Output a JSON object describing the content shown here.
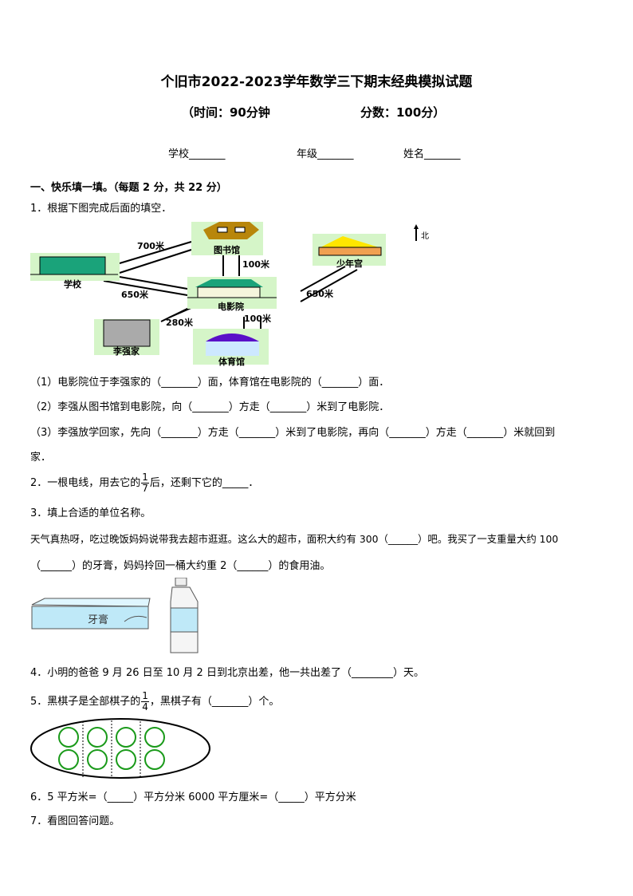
{
  "title": "个旧市2022-2023学年数学三下期末经典模拟试题",
  "subtitle": {
    "time": "（时间：90分钟",
    "score": "分数：100分）"
  },
  "info": {
    "school": "学校_______",
    "grade": "年级_______",
    "name": "姓名_______"
  },
  "section1": "一、快乐填一填。（每题 2 分，共 22 分）",
  "q1": {
    "stem": "1．根据下图完成后面的填空．",
    "map": {
      "library": "图书馆",
      "school": "学校",
      "cinema": "电影院",
      "youth_palace": "少年宫",
      "home": "李强家",
      "gym": "体育馆",
      "d_school_library": "700米",
      "d_library_cinema": "100米",
      "d_school_cinema": "650米",
      "d_cinema_palace": "650米",
      "d_home_cinema": "280米",
      "d_cinema_gym": "100米",
      "north": "北"
    },
    "sub1": "（1）电影院位于李强家的（_______）面，体育馆在电影院的（_______）面．",
    "sub2": "（2）李强从图书馆到电影院，向（_______）方走（_______）米到了电影院．",
    "sub3a": "（3）李强放学回家，先向（_______）方走（_______）米到了电影院，再向（_______）方走（_______）米就回到",
    "sub3b": "家．"
  },
  "q2": {
    "pre": "2．一根电线，用去它的",
    "num": "1",
    "den": "7",
    "post": "后，还剩下它的_____．"
  },
  "q3": {
    "stem": "3．填上合适的单位名称。",
    "line1": "天气真热呀，吃过晚饭妈妈说带我去超市逛逛。这么大的超市，面积大约有 300（______）吧。我买了一支重量大约 100",
    "line2": "（______）的牙膏，妈妈拎回一桶大约重 2（______）的食用油。",
    "toothpaste": "牙膏"
  },
  "q4": "4．小明的爸爸 9 月 26 日至 10 月 2 日到北京出差，他一共出差了（________）天。",
  "q5": {
    "pre": "5．黑棋子是全部棋子的",
    "num": "1",
    "den": "4",
    "post": "，黑棋子有（_______）个。"
  },
  "q6": "6．5 平方米=（_____）平方分米   6000 平方厘米=（_____）平方分米",
  "q7": "7．看图回答问题。"
}
